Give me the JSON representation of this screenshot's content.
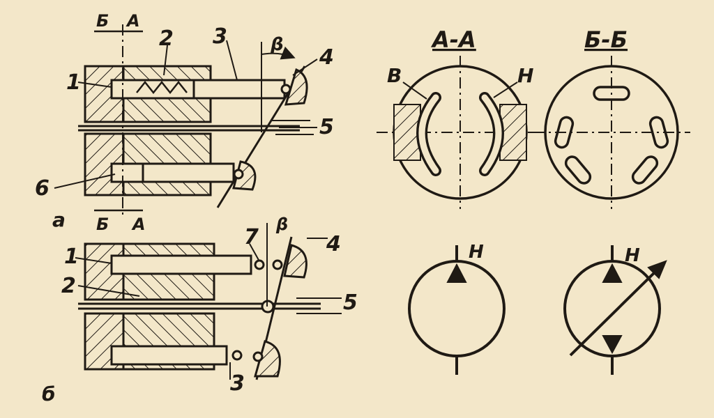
{
  "figure": {
    "background": "#f3e7c9",
    "ink": "#1f1a14",
    "labels": {
      "fig_a": "а",
      "fig_b": "б",
      "part_1": "1",
      "part_2": "2",
      "part_3": "3",
      "part_4": "4",
      "part_5": "5",
      "part_6": "6",
      "part_7": "7",
      "angle": "β",
      "section_B": "Б",
      "section_A": "А",
      "section_AA": "А-А",
      "section_BB": "Б-Б",
      "port_V": "В",
      "port_N": "Н",
      "symbol_N": "Н"
    }
  }
}
